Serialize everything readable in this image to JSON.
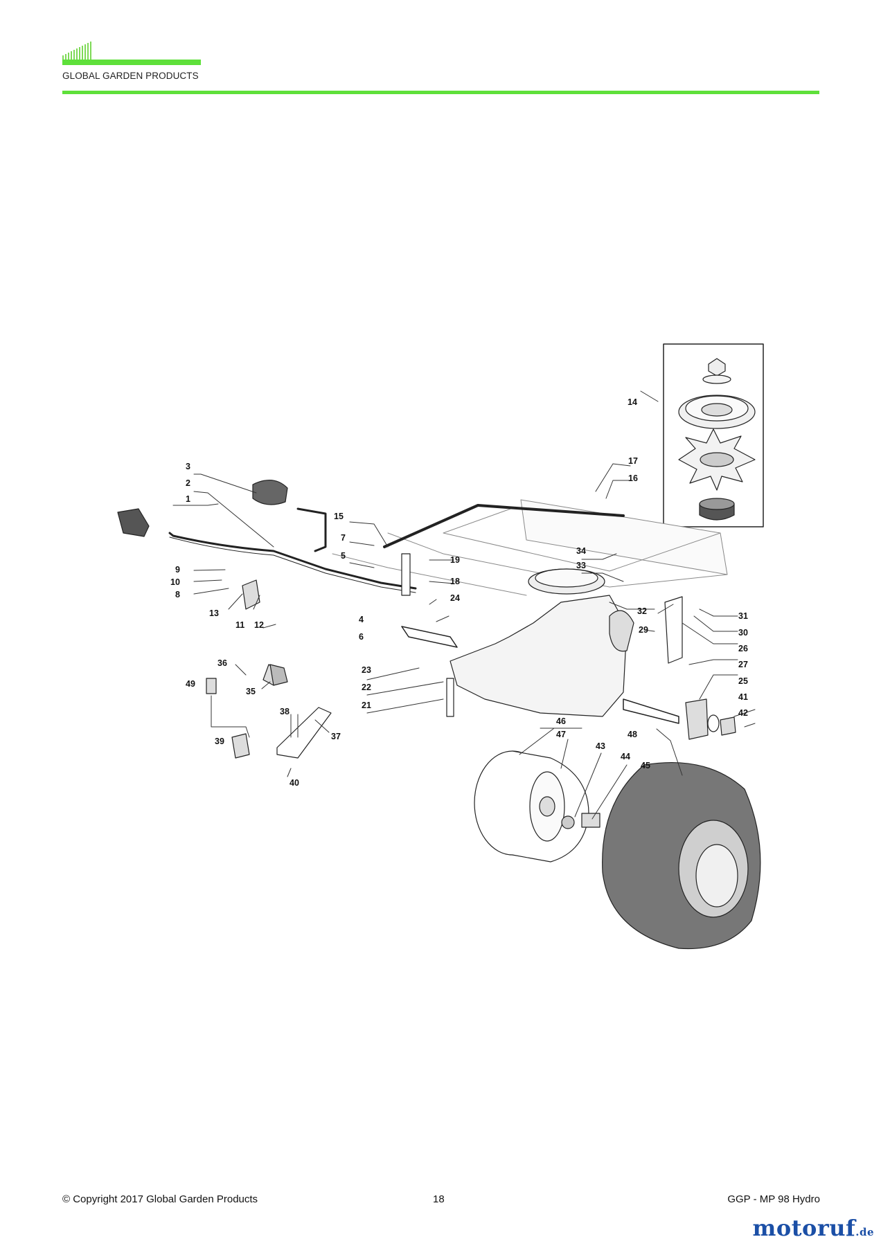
{
  "header": {
    "brand": "GLOBAL GARDEN PRODUCTS",
    "accent_color": "#5ee03a"
  },
  "diagram": {
    "callouts": [
      "1",
      "2",
      "3",
      "4",
      "5",
      "6",
      "7",
      "8",
      "9",
      "10",
      "11",
      "12",
      "13",
      "14",
      "15",
      "16",
      "17",
      "18",
      "19",
      "21",
      "22",
      "23",
      "24",
      "25",
      "26",
      "27",
      "29",
      "30",
      "31",
      "32",
      "33",
      "34",
      "35",
      "36",
      "37",
      "38",
      "39",
      "40",
      "41",
      "42",
      "43",
      "44",
      "45",
      "46",
      "47",
      "48",
      "49"
    ]
  },
  "footer": {
    "copyright": "© Copyright 2017 Global Garden Products",
    "page_number": "18",
    "model": "GGP - MP 98 Hydro"
  },
  "watermark": {
    "name": "motoruf",
    "suffix": ".de",
    "color": "#1b4fa6"
  }
}
